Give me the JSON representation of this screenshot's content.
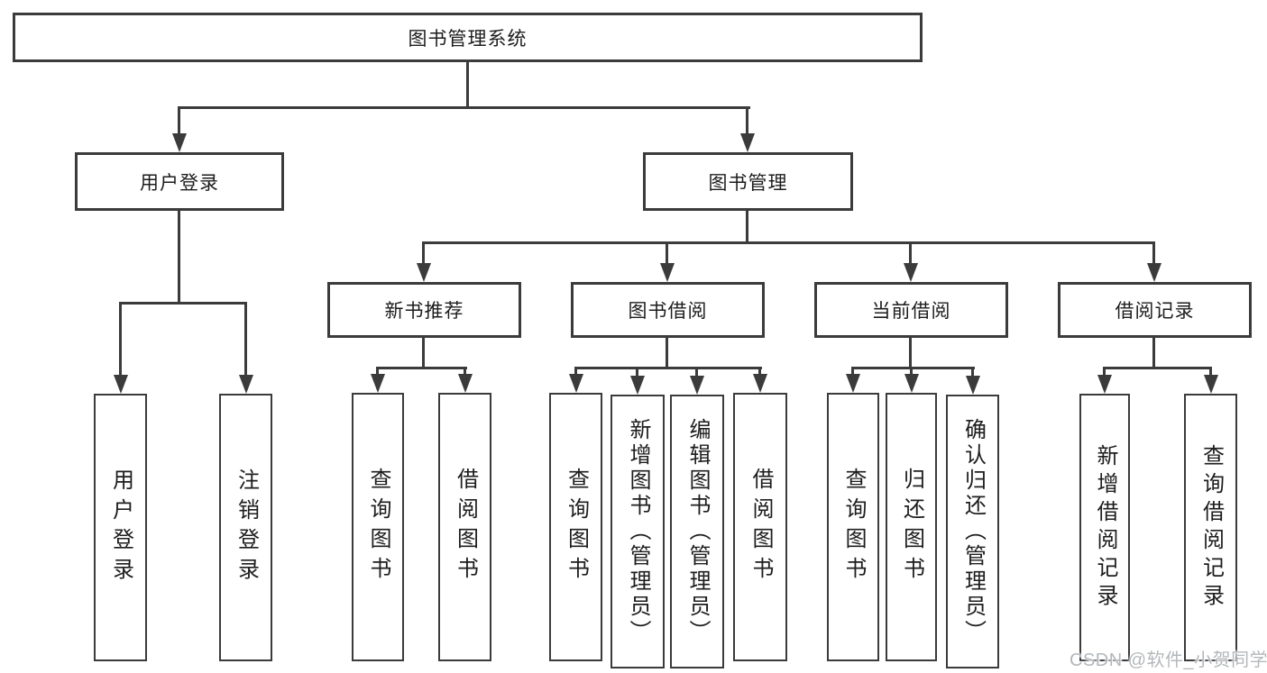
{
  "diagram": {
    "root": {
      "label": "图书管理系统"
    },
    "branches": [
      {
        "label": "用户登录",
        "children": [
          {
            "label": "用户登录"
          },
          {
            "label": "注销登录"
          }
        ]
      },
      {
        "label": "图书管理",
        "children": [
          {
            "label": "新书推荐",
            "children": [
              {
                "label": "查询图书"
              },
              {
                "label": "借阅图书"
              }
            ]
          },
          {
            "label": "图书借阅",
            "children": [
              {
                "label": "查询图书"
              },
              {
                "label": "新增图书（管理员）"
              },
              {
                "label": "编辑图书（管理员）"
              },
              {
                "label": "借阅图书"
              }
            ]
          },
          {
            "label": "当前借阅",
            "children": [
              {
                "label": "查询图书"
              },
              {
                "label": "归还图书"
              },
              {
                "label": "确认归还（管理员）"
              }
            ]
          },
          {
            "label": "借阅记录",
            "children": [
              {
                "label": "新增借阅记录"
              },
              {
                "label": "查询借阅记录"
              }
            ]
          }
        ]
      }
    ]
  },
  "watermark": {
    "text": "CSDN @软件_小贺同学"
  },
  "colors": {
    "line": "#3b3b3b",
    "text": "#1d1d1d",
    "watermark": "#b4b8bb",
    "background": "#ffffff"
  }
}
